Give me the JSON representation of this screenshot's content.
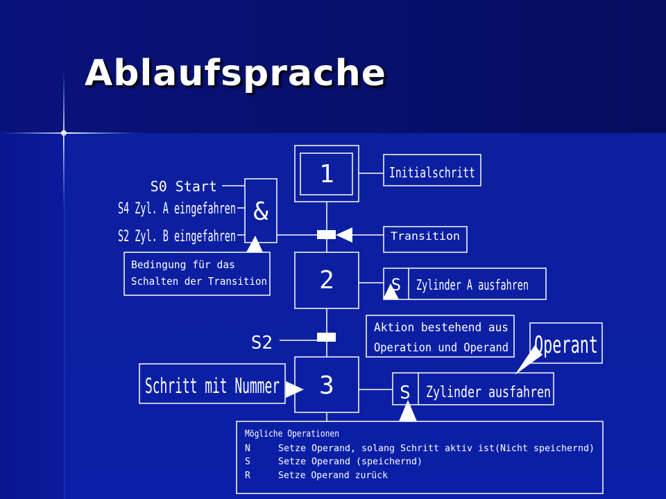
{
  "slide": {
    "title": "Ablaufsprache"
  },
  "diagram": {
    "steps": [
      {
        "number": "1"
      },
      {
        "number": "2"
      },
      {
        "number": "3"
      }
    ],
    "initial_step_label": "Initialschritt",
    "conditions": {
      "start": "S0 Start",
      "cyl_a": "S4 Zyl. A eingefahren",
      "cyl_b": "S2 Zyl. B eingefahren",
      "and_symbol": "&"
    },
    "condition_note": [
      "Bedingung für das",
      "Schalten der Transition"
    ],
    "transition_label": "Transition",
    "transition2_signal": "S2",
    "action_step2": {
      "qualifier": "S",
      "operand": "Zylinder A ausfahren"
    },
    "action_note": [
      "Aktion bestehend aus",
      "Operation und Operand"
    ],
    "operand_callout": "Operant",
    "step_callout": "Schritt mit Nummer",
    "action_step3": {
      "qualifier": "S",
      "operand": "Zylinder ausfahren"
    },
    "operations": {
      "heading": "Mögliche Operationen",
      "items": [
        {
          "code": "N",
          "text": "Setze Operand, solang Schritt aktiv ist(Nicht speichernd)"
        },
        {
          "code": "S",
          "text": "Setze Operand (speichernd)"
        },
        {
          "code": "R",
          "text": "Setze Operand zurück"
        }
      ]
    },
    "colors": {
      "background": "#0b1fa6",
      "line": "#ffffff",
      "title": "#ffffff"
    }
  }
}
